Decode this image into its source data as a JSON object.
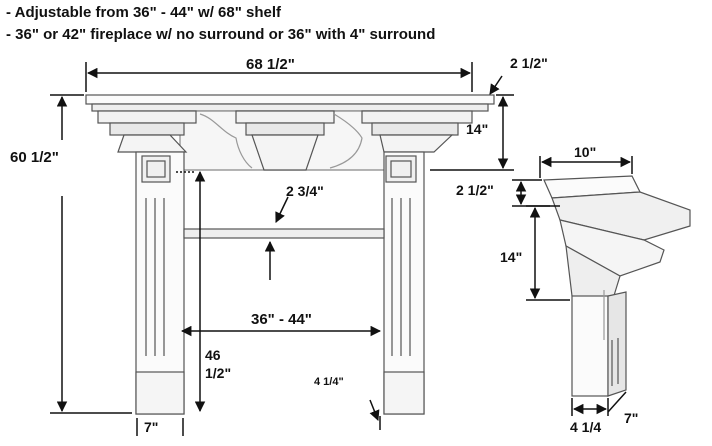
{
  "notes": {
    "line1": "- Adjustable from 36\" - 44\" w/ 68\" shelf",
    "line2": "- 36\" or 42\" fireplace w/ no surround or 36\" with 4\" surround"
  },
  "front_view": {
    "shelf_width": "68 1/2\"",
    "shelf_thickness": "2 1/2\"",
    "frieze_height": "14\"",
    "overall_height": "60 1/2\"",
    "cross_bar": "2 3/4\"",
    "opening_width": "36\" - 44\"",
    "opening_height_line1": "46",
    "opening_height_line2": "1/2\"",
    "leg_depth": "4 1/4\"",
    "leg_width": "7\""
  },
  "side_view": {
    "shelf_depth": "10\"",
    "shelf_thickness": "2 1/2\"",
    "frieze_height": "14\"",
    "leg_depth": "4 1/4",
    "leg_width": "7\""
  }
}
